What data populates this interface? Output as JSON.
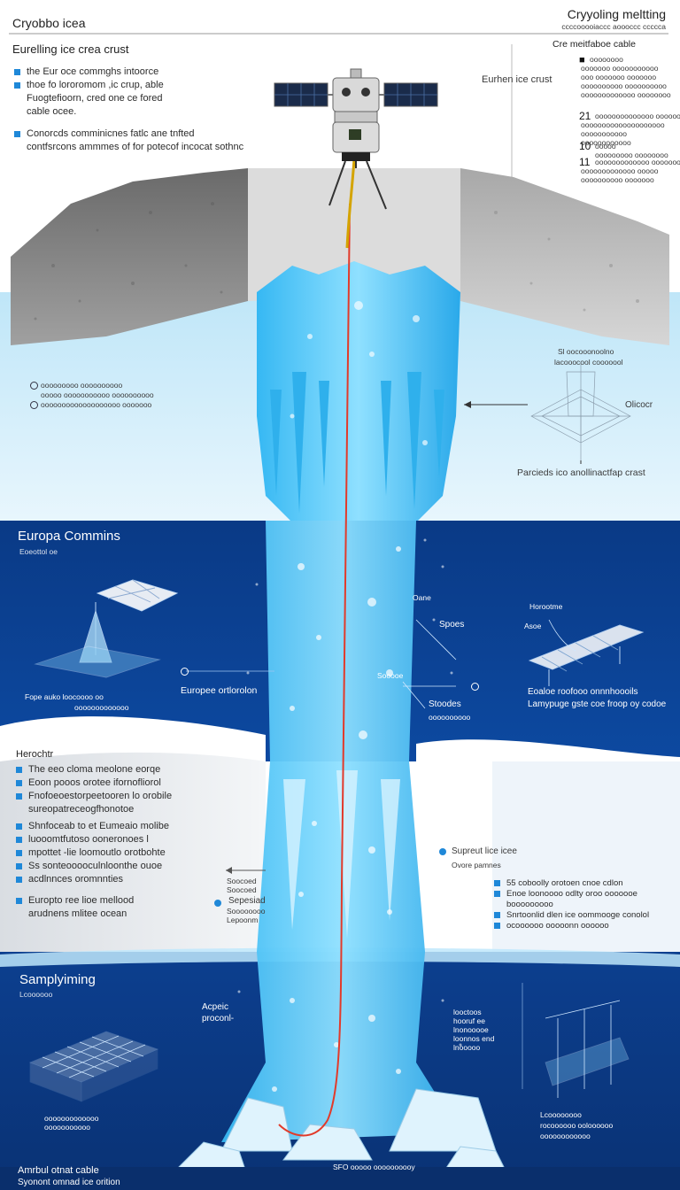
{
  "header": {
    "left_title": "Cryobbo icea",
    "right_title": "Cryyoling meltting",
    "right_subtitle": "ccccooooiaccc aoooccc ccccca"
  },
  "section1": {
    "heading": "Eurelling ice crea crust",
    "bullets": [
      "the Eur oce commghs intoorce",
      "thoe fo lororomom ,ic crup, able",
      "Fuogtefioorn, cred one ce fored",
      "cable ocee."
    ],
    "note_line1": "Conorcds comminicnes fatlc ane tnfted",
    "note_line2": "contfsrcons ammmes of for potecof incocat sothnc",
    "center_label": "Eurhen ice crust",
    "list_dots": [
      "ooooooooo oooooooooo",
      "ooooo ooooooooooo oooooooooo",
      "ooooooooooooooooooo ooooooo"
    ],
    "diagram_label_top": "Sl oocooonoolno",
    "diagram_label_top2": "lacooocool   cooooool",
    "diagram_side_label": "Olicocr",
    "diagram_bottom_label": "Parcieds ico anollinactfap crast"
  },
  "right_panel": {
    "heading": "Cre meitfaboe cable",
    "items": [
      {
        "num": "",
        "lines": [
          "oooooooo",
          "ooooooo ooooooooooo",
          "ooo ooooooo ooooooo",
          "oooooooooo oooooooooo",
          "ooooooooooooo oooooooo"
        ]
      },
      {
        "num": "21",
        "lines": [
          "oooooooooooooo ooooooooo",
          "oooooooooooooooooooo",
          "ooooooooooo",
          "oooooooooooo"
        ]
      },
      {
        "num": "10",
        "lines": [
          "ooooo",
          "ooooooooo oooooooo"
        ]
      },
      {
        "num": "11",
        "lines": [
          "ooooooooooooo ooooooooo",
          "ooooooooooooo ooooo",
          "oooooooooo ooooooo"
        ]
      }
    ]
  },
  "section2": {
    "heading": "Europa Commins",
    "sub": "Eoeottol oe",
    "left_caption1": "Fope auko loocoooo oo",
    "left_caption2": "ooooooooooooo",
    "ocean_label": "Europee ortlorolon",
    "label_cane": "Oane",
    "label_spoes": "Spoes",
    "label_sooooe": "Sooooe",
    "label_staodes1": "Stoodes",
    "label_staodes2": "oooooooooo",
    "right_label1": "Horootme",
    "right_label2": "Asoe",
    "right_caption1": "Eoaloe roofooo onnnhoooils",
    "right_caption2": "Lamypuge gste coe froop oy codoe"
  },
  "section3": {
    "heading": "Herochtr",
    "bullets_a": [
      "The eeo cloma meolone eorqe",
      "Eoon pooos orotee ifornofliorol",
      "Fnofoeoestorpeetooren lo orobile",
      "sureopatreceogfhonotoe"
    ],
    "bullets_b": [
      "Shnfoceab to et Eumeaio molibe",
      "luooomtfutoso ooneronoes l",
      "mpottet -lie loomoutlo orotbohte",
      "Ss sonteooooculnloonthe ouoe",
      "acdlnnces oromnnties"
    ],
    "bullets_c": [
      "Europto ree lioe mellood",
      "arudnens mlitee ocean"
    ],
    "mid_label1": "Soocoed",
    "mid_label2": "Soocoed",
    "mid_label3": "Sepesiad",
    "mid_label4": "Soooooooo",
    "mid_label5": "Lepoonm",
    "right_dot_label": "Supreut lice icee",
    "right_dot_sub": "Ovore pamnes",
    "right_bullets": [
      "55 coboolly orotoen cnoe cdlon",
      "Enoe loonoooo odlty oroo ooooooe",
      "booooooooo",
      "Snrtoonlid dlen ice oommooge conolol",
      "ocoooooo ooooonn oooooo"
    ]
  },
  "section4": {
    "heading": "Samplyiming",
    "sub": "Lcoooooo",
    "center_label1": "Acpeic",
    "center_label2": "proconl-",
    "right_text": [
      "looctoos",
      "hooruf ee",
      "lnonooooe",
      "loonnos end",
      "lnooooo"
    ],
    "left_caption1": "ooooooooooooo",
    "left_caption2": "ooooooooooo",
    "bottom_label": "SFO ooooo oooooooooy",
    "right_caption1": "Lcoooooooo",
    "right_caption2": "rocoooooo ooloooooo",
    "right_caption3": "oooooooooooo"
  },
  "footer": {
    "line1": "Amrbul otnat cable",
    "line2": "Syonont omnad ice orition"
  },
  "colors": {
    "deep_blue": "#0b3d87",
    "water": "#2fb8f0",
    "ice_gray": "#8c8c8c",
    "accent": "#1f88d8",
    "tether": "#e23a2a"
  }
}
